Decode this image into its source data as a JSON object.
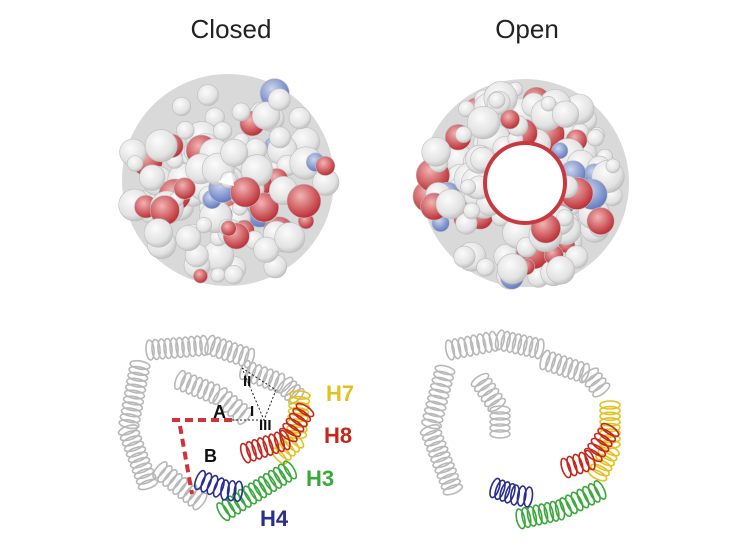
{
  "titles": {
    "closed": "Closed",
    "open": "Open"
  },
  "helix_labels": {
    "h7": {
      "text": "H7",
      "color": "#e3c11f"
    },
    "h8": {
      "text": "H8",
      "color": "#c4281c"
    },
    "h3": {
      "text": "H3",
      "color": "#3aa83a"
    },
    "h4": {
      "text": "H4",
      "color": "#2a2f8f"
    }
  },
  "annotations": {
    "a": "A",
    "b": "B",
    "roman_1": "I",
    "roman_2": "II",
    "roman_3": "III"
  },
  "colors": {
    "surface_base": "#e4e4e4",
    "surface_negative": "#c8353a",
    "surface_positive": "#6f86c4",
    "helix_gray": "#b8b8b8",
    "distance_line": "#d0313a"
  }
}
